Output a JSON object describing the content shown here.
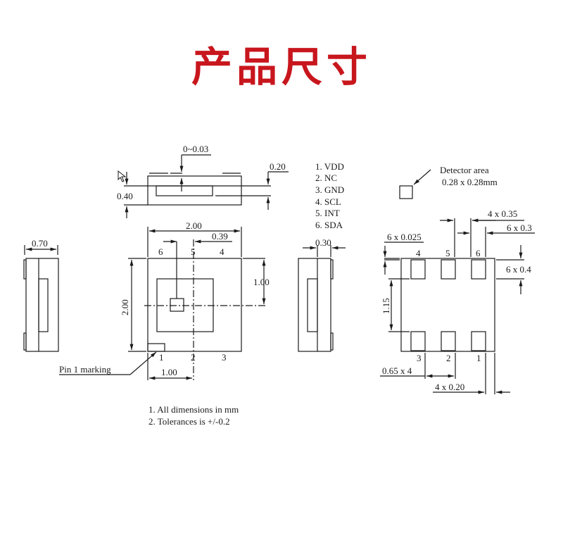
{
  "title": "产品尺寸",
  "accent_color": "#c8161d",
  "side_view_top": {
    "dims": {
      "gap": "0~0.03",
      "height": "0.40",
      "window": "0.20"
    }
  },
  "pinout": [
    "1. VDD",
    "2. NC",
    "3. GND",
    "4. SCL",
    "5. INT",
    "6. SDA"
  ],
  "detector": {
    "label": "Detector area",
    "size": "0.28 x 0.28mm"
  },
  "side_view_left": {
    "width": "0.70"
  },
  "top_view": {
    "width": "2.00",
    "height": "2.00",
    "offset_x": "0.39",
    "offset_y": "1.00",
    "bottom_offset": "1.00",
    "pins_top": [
      "6",
      "5",
      "4"
    ],
    "pins_bottom": [
      "1",
      "2",
      "3"
    ],
    "pin1_label": "Pin 1 marking"
  },
  "side_view_right": {
    "width": "0.30"
  },
  "bottom_view": {
    "pitch_x": "4 x 0.35",
    "pad_w": "6 x 0.3",
    "edge_gap": "6 x 0.025",
    "pad_h": "6 x 0.4",
    "pad_spacing": "1.15",
    "pitch": "0.65 x 4",
    "edge": "4 x 0.20",
    "pins_top": [
      "4",
      "5",
      "6"
    ],
    "pins_bottom": [
      "3",
      "2",
      "1"
    ]
  },
  "notes": [
    "1. All dimensions  in mm",
    "2. Tolerances is +/-0.2"
  ]
}
